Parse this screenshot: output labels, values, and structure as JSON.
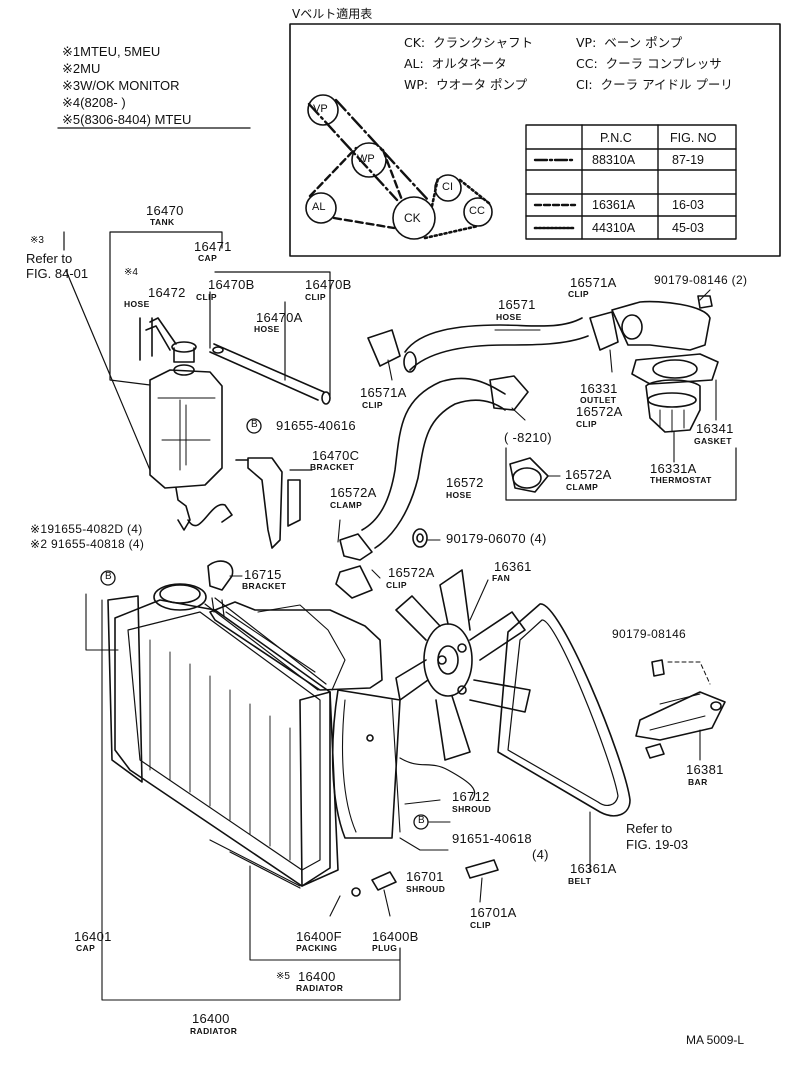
{
  "notes": [
    {
      "mark": "※1",
      "text": "MTEU, 5MEU"
    },
    {
      "mark": "※2",
      "text": "MU"
    },
    {
      "mark": "※3",
      "text": "W/OK MONITOR"
    },
    {
      "mark": "※4",
      "text": "(8208-          )"
    },
    {
      "mark": "※5",
      "text": "(8306-8404) MTEU"
    }
  ],
  "legend": {
    "title": "Vベルト適用表",
    "abbrevs": [
      {
        "code": "CK:",
        "name": "クランクシャフト"
      },
      {
        "code": "VP:",
        "name": "ベーン ポンプ"
      },
      {
        "code": "AL:",
        "name": "オルタネータ"
      },
      {
        "code": "CC:",
        "name": "クーラ コンプレッサ"
      },
      {
        "code": "WP:",
        "name": "ウオータ ポンプ"
      },
      {
        "code": "CI:",
        "name": "クーラ アイドル プーリ"
      }
    ],
    "pulleys": [
      "VP",
      "WP",
      "AL",
      "CK",
      "CI",
      "CC"
    ],
    "table": {
      "headers": [
        "P.N.C",
        "FIG. NO"
      ],
      "rows": [
        {
          "pnc": "88310A",
          "fig": "87-19",
          "line": "dash-dot"
        },
        {
          "pnc": "",
          "fig": "",
          "line": "none"
        },
        {
          "pnc": "16361A",
          "fig": "16-03",
          "line": "dashed"
        },
        {
          "pnc": "44310A",
          "fig": "45-03",
          "line": "dotted"
        }
      ]
    }
  },
  "parts": {
    "tank": {
      "num": "16470",
      "name": "TANK"
    },
    "refer_84": {
      "mark": "※3",
      "line1": "Refer to",
      "line2": "FIG. 84-01"
    },
    "cap_16471": {
      "num": "16471",
      "name": "CAP"
    },
    "hose_16472": {
      "mark": "※4",
      "num": "16472",
      "name": "HOSE"
    },
    "clip_16470b_1": {
      "num": "16470B",
      "name": "CLIP"
    },
    "clip_16470b_2": {
      "num": "16470B",
      "name": "CLIP"
    },
    "hose_16470a": {
      "num": "16470A",
      "name": "HOSE"
    },
    "bolt_91655_40616": {
      "circle": "B",
      "num": "91655-40616"
    },
    "bracket_16470c": {
      "num": "16470C",
      "name": "BRACKET"
    },
    "bolt_82d": {
      "text": "※191655-4082D (4)"
    },
    "bolt_818": {
      "text": "※2 91655-40818 (4)"
    },
    "b_marker": {
      "circle": "B"
    },
    "bracket_16715": {
      "num": "16715",
      "name": "BRACKET"
    },
    "hose_16571": {
      "num": "16571",
      "name": "HOSE"
    },
    "clip_16571a_top": {
      "num": "16571A",
      "name": "CLIP"
    },
    "clip_16571a_low": {
      "num": "16571A",
      "name": "CLIP"
    },
    "bolt_90179_08146_2": {
      "text": "90179-08146 (2)"
    },
    "outlet_16331": {
      "num": "16331",
      "name": "OUTLET"
    },
    "gasket_16341": {
      "num": "16341",
      "name": "GASKET"
    },
    "thermo_16331a": {
      "num": "16331A",
      "name": "THERMOSTAT"
    },
    "clip_16572a_a": {
      "num": "16572A",
      "name": "CLIP"
    },
    "range_8210": {
      "text": "(           -8210)"
    },
    "clamp_16572a_box": {
      "num": "16572A",
      "name": "CLAMP"
    },
    "hose_16572": {
      "num": "16572",
      "name": "HOSE"
    },
    "clamp_16572a": {
      "num": "16572A",
      "name": "CLAMP"
    },
    "nut_90179_06070": {
      "text": "90179-06070 (4)"
    },
    "clip_16572a_b": {
      "num": "16572A",
      "name": "CLIP"
    },
    "fan_16361": {
      "num": "16361",
      "name": "FAN"
    },
    "bolt_90179_08146": {
      "text": "90179-08146"
    },
    "bar_16381": {
      "num": "16381",
      "name": "BAR"
    },
    "shroud_16712": {
      "num": "16712",
      "name": "SHROUD"
    },
    "bolt_91651_40618": {
      "circle": "B",
      "num": "91651-40618",
      "qty": "(4)"
    },
    "refer_19": {
      "line1": "Refer to",
      "line2": "FIG. 19-03"
    },
    "shroud_16701": {
      "num": "16701",
      "name": "SHROUD"
    },
    "belt_16361a": {
      "num": "16361A",
      "name": "BELT"
    },
    "clip_16701a": {
      "num": "16701A",
      "name": "CLIP"
    },
    "cap_16401": {
      "num": "16401",
      "name": "CAP"
    },
    "packing_16400f": {
      "num": "16400F",
      "name": "PACKING"
    },
    "plug_16400b": {
      "num": "16400B",
      "name": "PLUG"
    },
    "radiator_5": {
      "mark": "※5",
      "num": "16400",
      "name": "RADIATOR"
    },
    "radiator": {
      "num": "16400",
      "name": "RADIATOR"
    }
  },
  "footer": {
    "code": "MA 5009-L"
  }
}
